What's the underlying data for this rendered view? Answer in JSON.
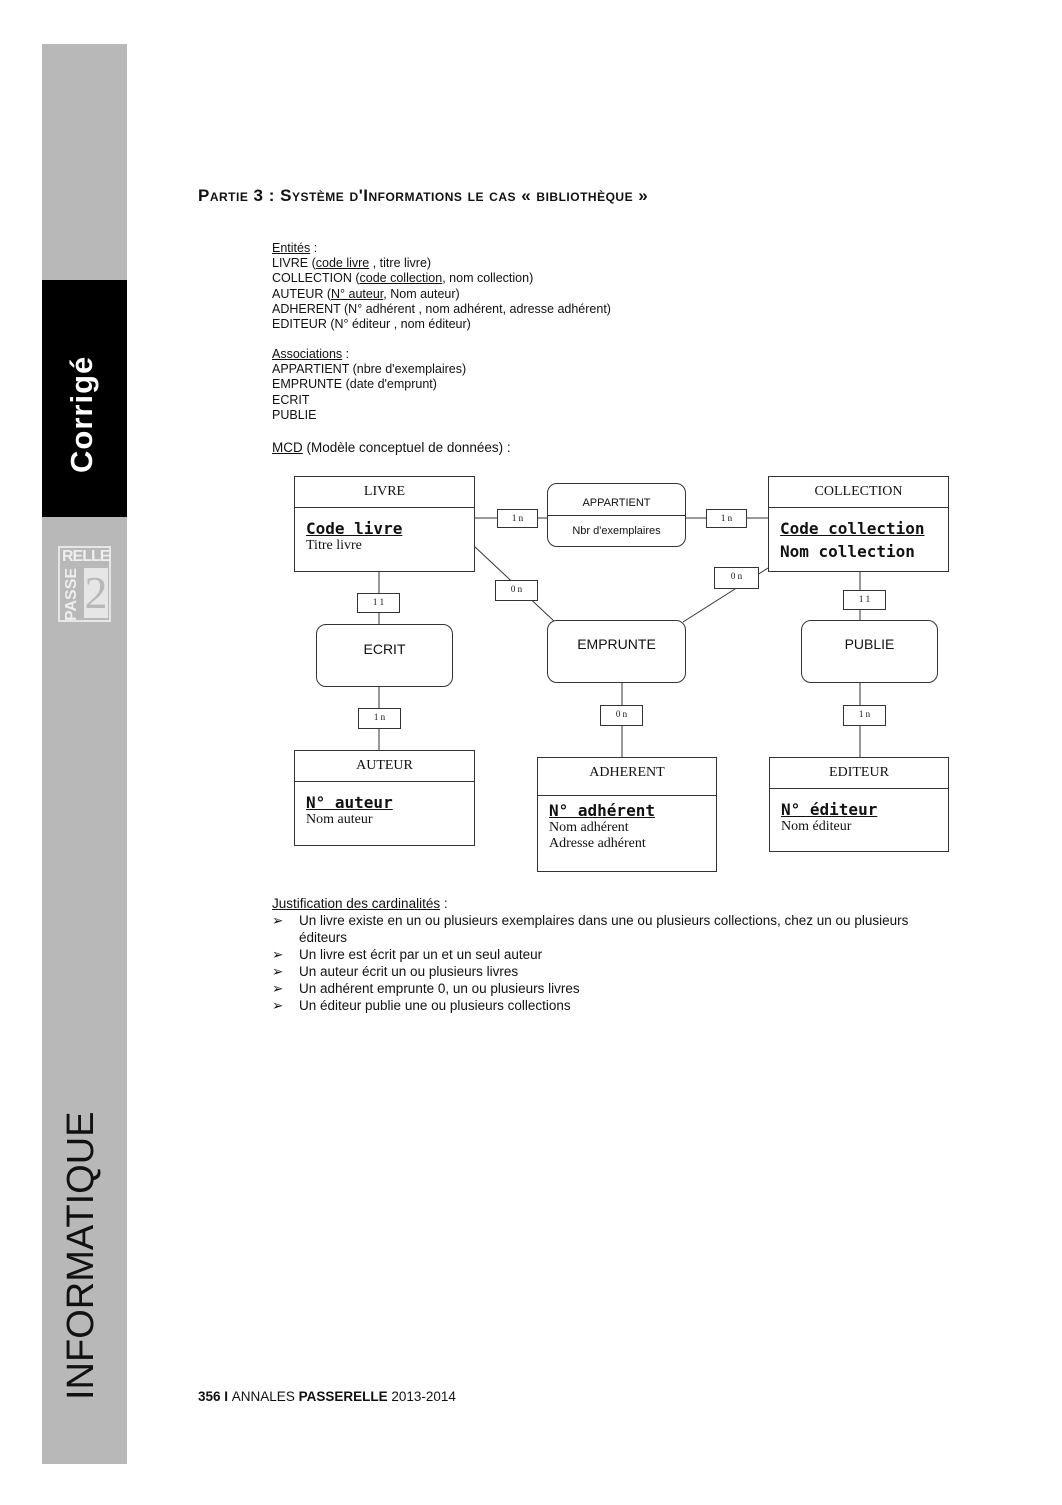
{
  "sidebar": {
    "section_label": "Corrigé",
    "subject_label": "INFORMATIQUE",
    "logo_text": "PASSERELLE 2",
    "logo_top": "RELLE",
    "logo_side": "PASSE",
    "logo_num": "2"
  },
  "title": "Partie 3 : Système d'Informations le cas « bibliothèque »",
  "entities": {
    "heading": "Entités",
    "lines": [
      {
        "name": "LIVRE (",
        "key": "code livre",
        "rest": " , titre livre)"
      },
      {
        "name": "COLLECTION (",
        "key": "code collection",
        "rest": ", nom collection)"
      },
      {
        "name": "AUTEUR (",
        "key": "N° auteur",
        "rest": ", Nom auteur)"
      },
      {
        "name": "ADHERENT (N° adhérent , nom adhérent, adresse adhérent)",
        "key": "",
        "rest": ""
      },
      {
        "name": "EDITEUR (N° éditeur , nom éditeur)",
        "key": "",
        "rest": ""
      }
    ]
  },
  "associations": {
    "heading": "Associations",
    "lines": [
      "APPARTIENT (nbre d'exemplaires)",
      "EMPRUNTE (date d'emprunt)",
      "ECRIT",
      "PUBLIE"
    ]
  },
  "mcd": {
    "heading": "MCD",
    "rest": " (Modèle conceptuel de données) :",
    "entities": {
      "livre": {
        "title": "LIVRE",
        "key": "Code livre",
        "attrs": [
          "Titre livre"
        ]
      },
      "collection": {
        "title": "COLLECTION",
        "key": "Code collection",
        "key2": "Nom collection"
      },
      "auteur": {
        "title": "AUTEUR",
        "key": "N° auteur",
        "attrs": [
          "Nom auteur"
        ]
      },
      "adherent": {
        "title": "ADHERENT",
        "key": "N° adhérent",
        "attrs": [
          "Nom adhérent",
          "Adresse adhérent"
        ]
      },
      "editeur": {
        "title": "EDITEUR",
        "key": "N° éditeur",
        "attrs": [
          "Nom éditeur"
        ]
      }
    },
    "associations": {
      "appartient": {
        "title": "APPARTIENT",
        "attr": "Nbr d'exemplaires"
      },
      "ecrit": {
        "title": "ECRIT"
      },
      "emprunte": {
        "title": "EMPRUNTE"
      },
      "publie": {
        "title": "PUBLIE"
      }
    },
    "cardinalities": {
      "livre_appartient": "1 n",
      "collection_appartient": "1 n",
      "livre_ecrit": "1 1",
      "auteur_ecrit": "1 n",
      "livre_emprunte": "0 n",
      "collection_emprunte": "0 n",
      "adherent_emprunte": "0 n",
      "collection_publie": "1 1",
      "editeur_publie": "1 n"
    }
  },
  "justification": {
    "heading": "Justification des cardinalités",
    "bullet": "➢",
    "items": [
      "Un livre existe en un ou plusieurs exemplaires dans une ou plusieurs collections, chez un ou plusieurs éditeurs",
      "Un livre est écrit par un et un seul auteur",
      "Un auteur écrit un ou plusieurs livres",
      "Un adhérent emprunte 0, un ou plusieurs livres",
      "Un éditeur publie une ou plusieurs collections"
    ]
  },
  "footer": {
    "page": "356",
    "sep": " I ",
    "annales": "ANNALES ",
    "brand": "PASSERELLE",
    "years": " 2013-2014"
  }
}
